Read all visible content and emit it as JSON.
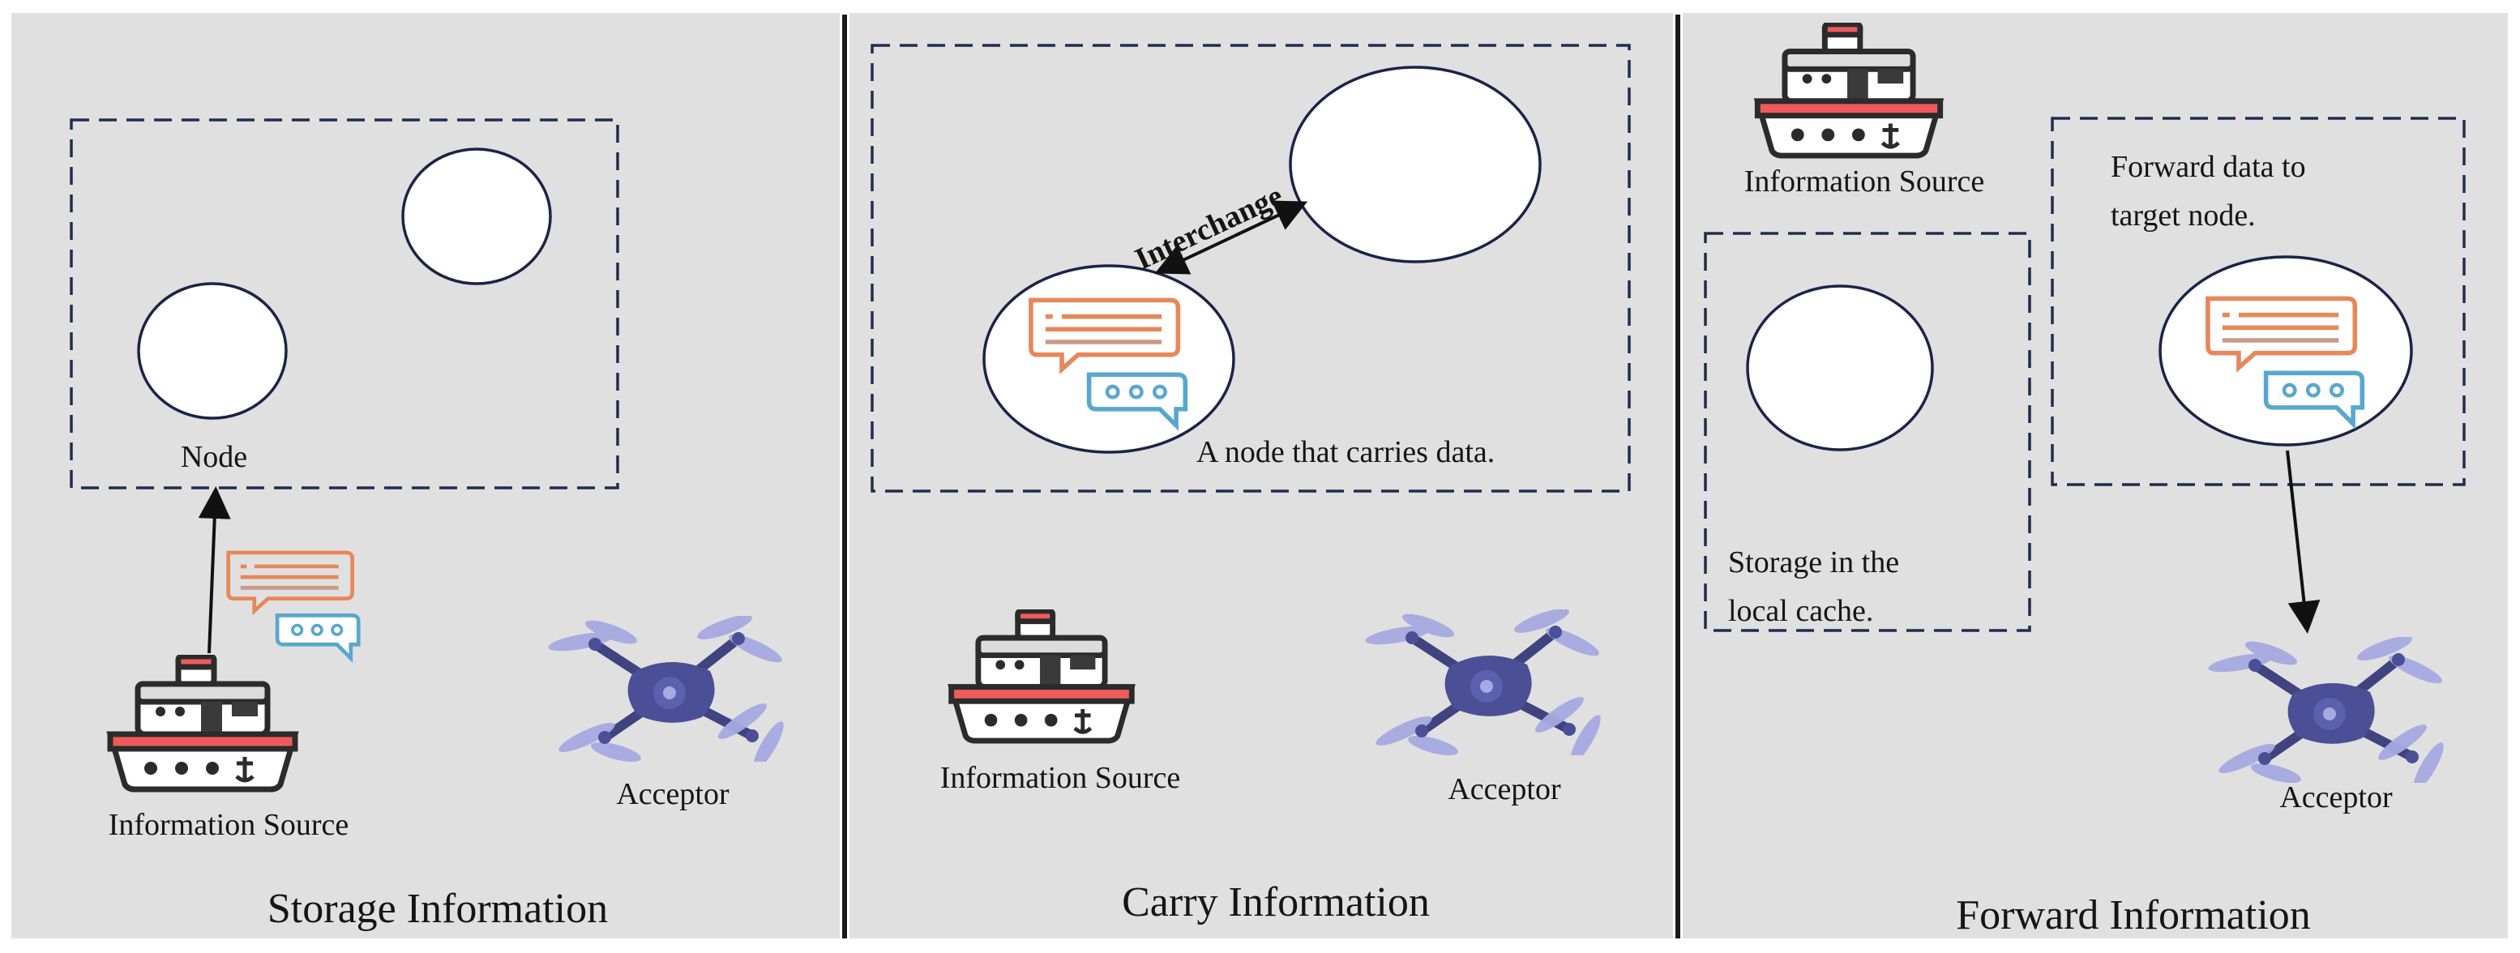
{
  "panels": [
    {
      "title": "Storage Information",
      "node_label": "Node",
      "source_label": "Information Source",
      "acceptor_label": "Acceptor"
    },
    {
      "title": "Carry Information",
      "interchange_label": "Interchange",
      "carrier_label": "A node that carries data.",
      "source_label": "Information Source",
      "acceptor_label": "Acceptor"
    },
    {
      "title": "Forward Information",
      "source_label": "Information Source",
      "storage_label_line1": "Storage in the",
      "storage_label_line2": "local cache.",
      "forward_label_line1": "Forward data to",
      "forward_label_line2": "target node.",
      "acceptor_label": "Acceptor"
    }
  ],
  "colors": {
    "panel_background": "#e0e0e0",
    "dashed_border": "#1f2d4f",
    "node_outline": "#1b2445",
    "drone_body": "#4a4f96",
    "drone_propeller": "#a7aae0",
    "ship_red": "#ef5b5b",
    "chat_orange": "#e8875a",
    "chat_blue": "#59a7cf"
  },
  "icons": [
    "ship-icon",
    "drone-icon",
    "chat-bubbles-icon"
  ]
}
